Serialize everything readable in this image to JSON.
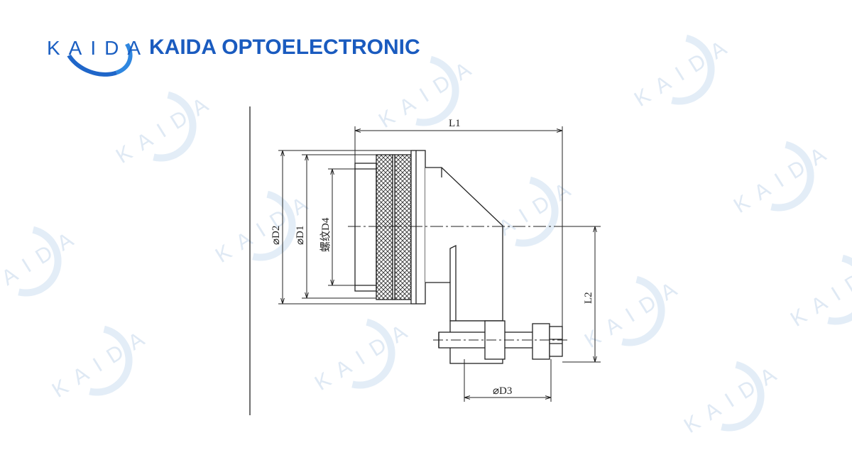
{
  "brand": {
    "logo_text": "KAIDA",
    "company_name": "KAIDA OPTOELECTRONIC",
    "color": "#1a5bbf"
  },
  "watermark": {
    "text": "KAIDA",
    "color": "#dfe9f4"
  },
  "drawing": {
    "labels": {
      "L1": "L1",
      "L2": "L2",
      "D1": "⌀D1",
      "D2": "⌀D2",
      "D3": "⌀D3",
      "D4": "螺纹D4"
    },
    "line_color": "#222222"
  }
}
